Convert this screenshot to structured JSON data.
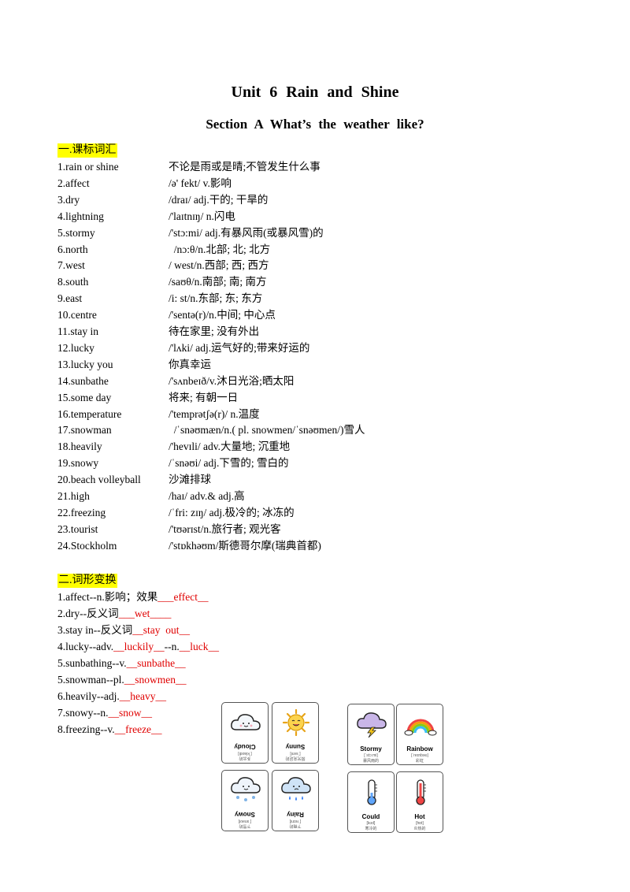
{
  "title": "Unit  6  Rain  and  Shine",
  "subtitle": "Section  A  What’s  the  weather  like?",
  "section1": {
    "heading": "一.课标词汇",
    "items": [
      {
        "word": "1.rain or shine",
        "meaning": "不论是雨或是晴;不管发生什么事"
      },
      {
        "word": "2.affect",
        "meaning": "/ə' fekt/ v.影响"
      },
      {
        "word": "3.dry",
        "meaning": "/draɪ/ adj.干的; 干旱的"
      },
      {
        "word": "4.lightning",
        "meaning": "/'laɪtnɪŋ/ n.闪电"
      },
      {
        "word": "5.stormy",
        "meaning": "/'stɔ:mi/ adj.有暴风雨(或暴风雪)的"
      },
      {
        "word": "6.north",
        "meaning": "  /nɔ:θ/n.北部; 北; 北方"
      },
      {
        "word": "7.west",
        "meaning": "/ west/n.西部; 西; 西方"
      },
      {
        "word": "8.south",
        "meaning": "/saʊθ/n.南部; 南; 南方"
      },
      {
        "word": "9.east",
        "meaning": "/i: st/n.东部; 东; 东方"
      },
      {
        "word": "10.centre",
        "meaning": "/'sentə(r)/n.中间; 中心点"
      },
      {
        "word": "11.stay in",
        "meaning": "待在家里; 没有外出"
      },
      {
        "word": "12.lucky",
        "meaning": "/'lʌki/ adj.运气好的;带来好运的"
      },
      {
        "word": "13.lucky you",
        "meaning": "你真幸运"
      },
      {
        "word": "14.sunbathe",
        "meaning": "/'sʌnbeɪð/v.沐日光浴;晒太阳"
      },
      {
        "word": "15.some day",
        "meaning": "将来; 有朝一日"
      },
      {
        "word": "16.temperature",
        "meaning": "/'temprətʃə(r)/ n.温度"
      },
      {
        "word": "17.snowman",
        "meaning": "  /ˈsnəʊmæn/n.( pl. snowmen/ˈsnəʊmen/)雪人"
      },
      {
        "word": "18.heavily",
        "meaning": "/'hevɪli/ adv.大量地; 沉重地"
      },
      {
        "word": "19.snowy",
        "meaning": "/ˈsnəʊi/ adj.下雪的; 雪白的"
      },
      {
        "word": "20.beach volleyball",
        "meaning": "沙滩排球"
      },
      {
        "word": "21.high",
        "meaning": "/haɪ/ adv.& adj.高"
      },
      {
        "word": "22.freezing",
        "meaning": "/ˈfri: zɪŋ/ adj.极冷的; 冰冻的"
      },
      {
        "word": "23.tourist",
        "meaning": "/'tʊərɪst/n.旅行者; 观光客"
      },
      {
        "word": "24.Stockholm",
        "meaning": "/'stɒkhəʊm/斯德哥尔摩(瑞典首都)"
      }
    ]
  },
  "section2": {
    "heading": "二.词形变换",
    "items": [
      {
        "prefix": "1.affect--n.影响；效果",
        "answer": "___effect__",
        "mid": "",
        "answer2": ""
      },
      {
        "prefix": "2.dry--反义词",
        "answer": "___wet____",
        "mid": "",
        "answer2": ""
      },
      {
        "prefix": "3.stay in--反义词",
        "answer": "__stay  out__",
        "mid": "",
        "answer2": ""
      },
      {
        "prefix": "4.lucky--adv.",
        "answer": "__luckily__",
        "mid": "--n.",
        "answer2": "__luck__"
      },
      {
        "prefix": "5.sunbathing--v.",
        "answer": "__sunbathe__",
        "mid": "",
        "answer2": ""
      },
      {
        "prefix": "5.snowman--pl.",
        "answer": "__snowmen__",
        "mid": "",
        "answer2": ""
      },
      {
        "prefix": "6.heavily--adj.",
        "answer": "__heavy__",
        "mid": "",
        "answer2": ""
      },
      {
        "prefix": "7.snowy--n.",
        "answer": "__snow__",
        "mid": "",
        "answer2": ""
      },
      {
        "prefix": "8.freezing--v.",
        "answer": "__freeze__",
        "mid": "",
        "answer2": ""
      }
    ]
  },
  "cards": [
    {
      "label": "Cloudy",
      "phonetic": "[ˈklaʊdi]",
      "cn": "多云的",
      "icon": "cloud-icon"
    },
    {
      "label": "Sunny",
      "phonetic": "[ˈsʌni]",
      "cn": "阳光充足的",
      "icon": "sun-icon"
    },
    {
      "label": "Stormy",
      "phonetic": "[ˈstɔːmi]",
      "cn": "暴风雨的",
      "icon": "storm-icon"
    },
    {
      "label": "Rainbow",
      "phonetic": "[ˈreɪnbəʊ]",
      "cn": "彩虹",
      "icon": "rainbow-icon"
    },
    {
      "label": "Snowy",
      "phonetic": "[ˈsnəʊi]",
      "cn": "下雪的",
      "icon": "snow-cloud-icon"
    },
    {
      "label": "Rainy",
      "phonetic": "[ˈreɪni]",
      "cn": "下雨的",
      "icon": "rain-cloud-icon"
    },
    {
      "label": "Could",
      "phonetic": "[kʊd]",
      "cn": "寒冷的",
      "icon": "cold-thermometer-icon"
    },
    {
      "label": "Hot",
      "phonetic": "[hɒt]",
      "cn": "炎热的",
      "icon": "hot-thermometer-icon"
    }
  ]
}
